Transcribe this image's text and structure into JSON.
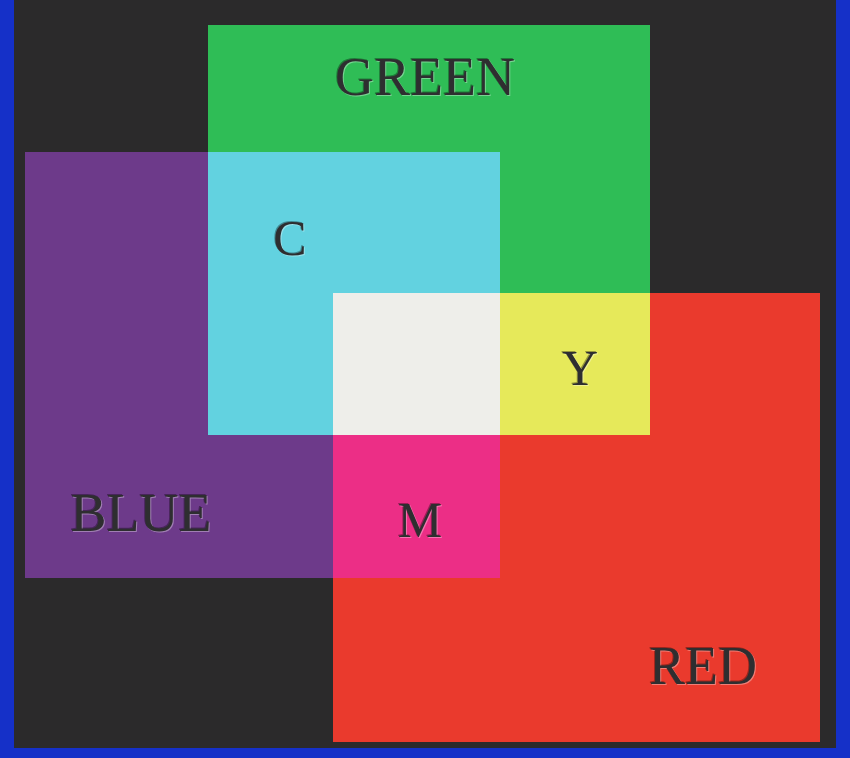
{
  "diagram": {
    "nodes": [
      {
        "text": [
          "GREEN"
        ]
      },
      {
        "text": [
          "C"
        ]
      },
      {
        "text": [
          "Y"
        ]
      },
      {
        "text": [
          "BLUE"
        ]
      },
      {
        "text": [
          "M"
        ]
      },
      {
        "text": [
          "RED"
        ]
      }
    ]
  }
}
